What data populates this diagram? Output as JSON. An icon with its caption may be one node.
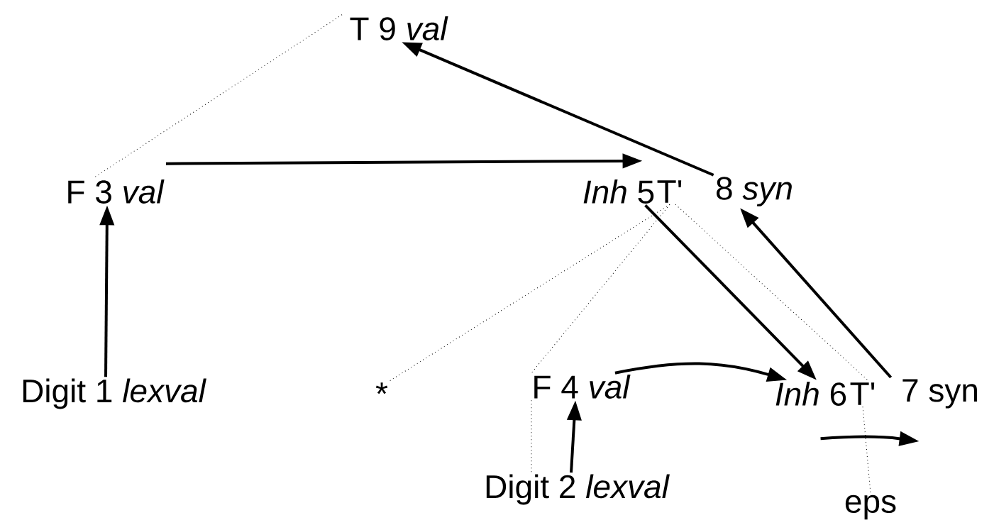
{
  "diagram": {
    "nodes": [
      {
        "text": [
          "T 9 *val*"
        ]
      },
      {
        "text": [
          "F 3 *val*"
        ]
      },
      {
        "text": [
          "*Inh* 5"
        ]
      },
      {
        "text": [
          "T'"
        ]
      },
      {
        "text": [
          "8 *syn*"
        ]
      },
      {
        "text": [
          "Digit 1 *lexval*"
        ]
      },
      {
        "text": [
          "*"
        ]
      },
      {
        "text": [
          "F 4 *val*"
        ]
      },
      {
        "text": [
          "*Inh* 6"
        ]
      },
      {
        "text": [
          "T'"
        ]
      },
      {
        "text": [
          "7 syn"
        ]
      },
      {
        "text": [
          "Digit 2 *lexval*"
        ]
      },
      {
        "text": [
          "eps"
        ]
      }
    ],
    "edges": [
      {
        "from": 5,
        "to": 1,
        "arrow": "to"
      },
      {
        "from": 1,
        "to": 2,
        "arrow": "to"
      },
      {
        "from": 4,
        "to": 0,
        "arrow": "to"
      },
      {
        "from": 2,
        "to": 8,
        "arrow": "to"
      },
      {
        "from": 10,
        "to": 4,
        "arrow": "to"
      },
      {
        "from": 7,
        "to": 8,
        "arrow": "to"
      },
      {
        "from": 11,
        "to": 7,
        "arrow": "to"
      },
      {
        "from": 8,
        "to": 10,
        "arrow": "to"
      },
      {
        "from": 0,
        "to": 1,
        "arrow": "none",
        "style": "dashed"
      },
      {
        "from": 3,
        "to": 6,
        "arrow": "none",
        "style": "dashed"
      },
      {
        "from": 3,
        "to": 7,
        "arrow": "none",
        "style": "dashed"
      },
      {
        "from": 3,
        "to": 9,
        "arrow": "none",
        "style": "dashed"
      },
      {
        "from": 9,
        "to": 12,
        "arrow": "none",
        "style": "dashed"
      },
      {
        "from": 7,
        "to": 11,
        "arrow": "none",
        "style": "dashed"
      }
    ]
  }
}
